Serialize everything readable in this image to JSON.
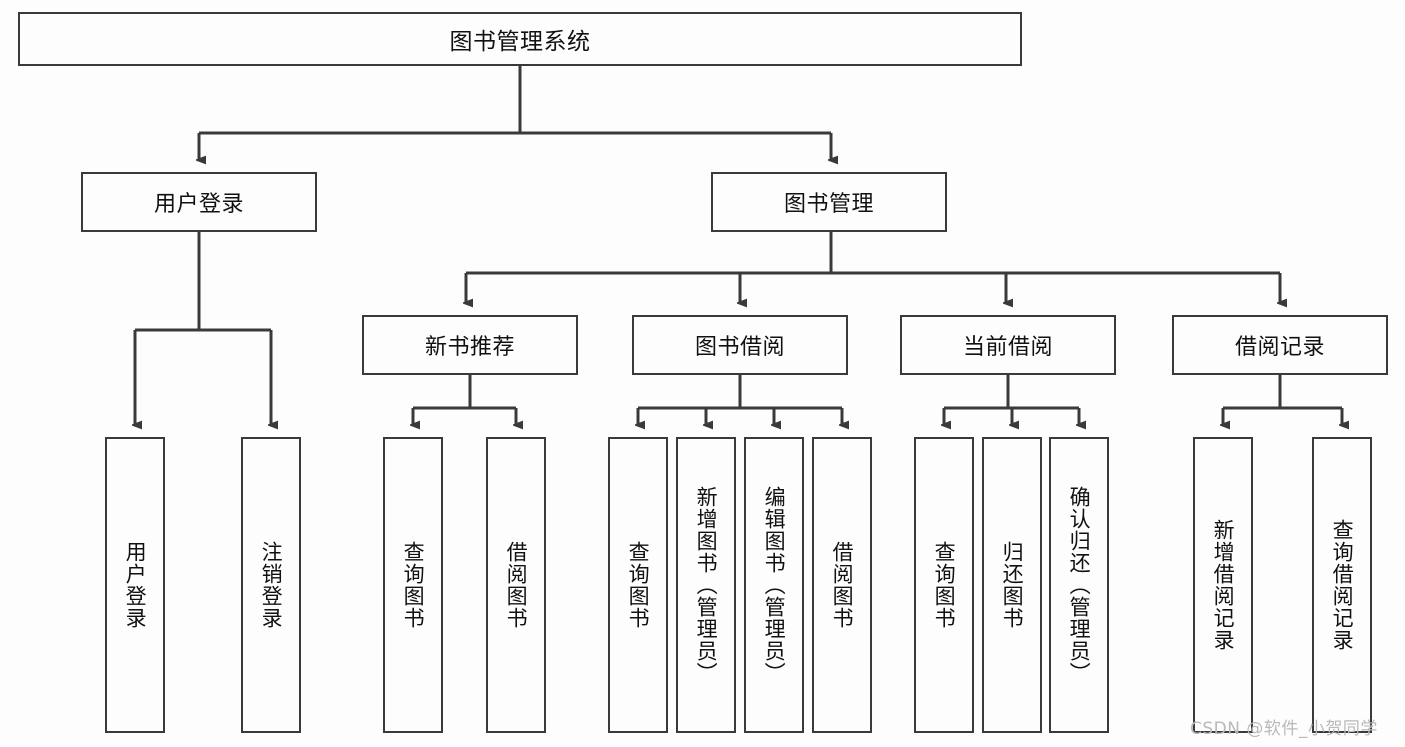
{
  "diagram": {
    "type": "hierarchy-tree",
    "title": "图书管理系统",
    "root": {
      "label": "图书管理系统"
    },
    "level2": [
      {
        "label": "用户登录"
      },
      {
        "label": "图书管理"
      }
    ],
    "level3": [
      {
        "label": "新书推荐"
      },
      {
        "label": "图书借阅"
      },
      {
        "label": "当前借阅"
      },
      {
        "label": "借阅记录"
      }
    ],
    "leaves": {
      "user_login": [
        {
          "label": "用户登录"
        },
        {
          "label": "注销登录"
        }
      ],
      "new_book_recommend": [
        {
          "label": "查询图书"
        },
        {
          "label": "借阅图书"
        }
      ],
      "book_borrow": [
        {
          "label": "查询图书"
        },
        {
          "label": "新增图书（管理员）"
        },
        {
          "label": "编辑图书（管理员）"
        },
        {
          "label": "借阅图书"
        }
      ],
      "current_borrow": [
        {
          "label": "查询图书"
        },
        {
          "label": "归还图书"
        },
        {
          "label": "确认归还（管理员）"
        }
      ],
      "borrow_records": [
        {
          "label": "新增借阅记录"
        },
        {
          "label": "查询借阅记录"
        }
      ]
    }
  },
  "watermark": {
    "text": "CSDN @软件_小贺同学"
  },
  "colors": {
    "stroke": "#3a3a3a",
    "fill": "#fdfdfd",
    "text": "#111111",
    "watermark": "#b9b9b9"
  }
}
